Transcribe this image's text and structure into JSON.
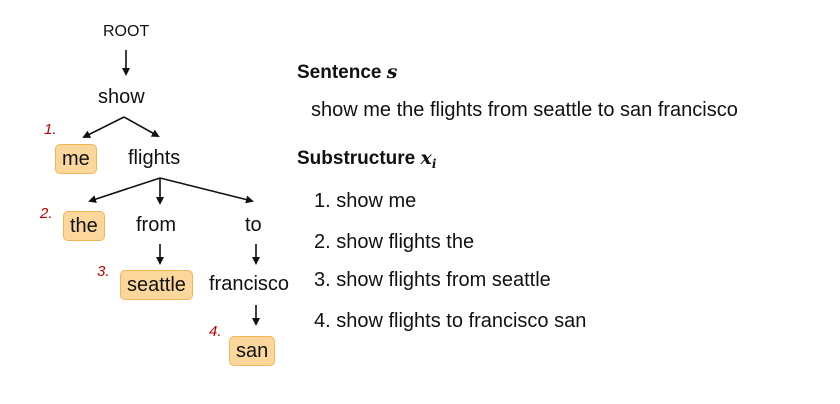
{
  "tree": {
    "root": "ROOT",
    "nodes": {
      "show": "show",
      "me": "me",
      "flights": "flights",
      "the": "the",
      "from": "from",
      "to": "to",
      "seattle": "seattle",
      "francisco": "francisco",
      "san": "san"
    },
    "step_labels": [
      "1.",
      "2.",
      "3.",
      "4."
    ],
    "highlight_color": "#fcd79b",
    "step_label_color": "#c00000"
  },
  "sentence": {
    "heading": "Sentence",
    "symbol": "s",
    "text": "show me the flights from seattle to san francisco"
  },
  "substructure": {
    "heading": "Substructure",
    "symbol": "x",
    "subscript": "i",
    "items": [
      "1. show me",
      "2. show flights the",
      "3. show flights from seattle",
      "4. show flights to francisco san"
    ]
  }
}
